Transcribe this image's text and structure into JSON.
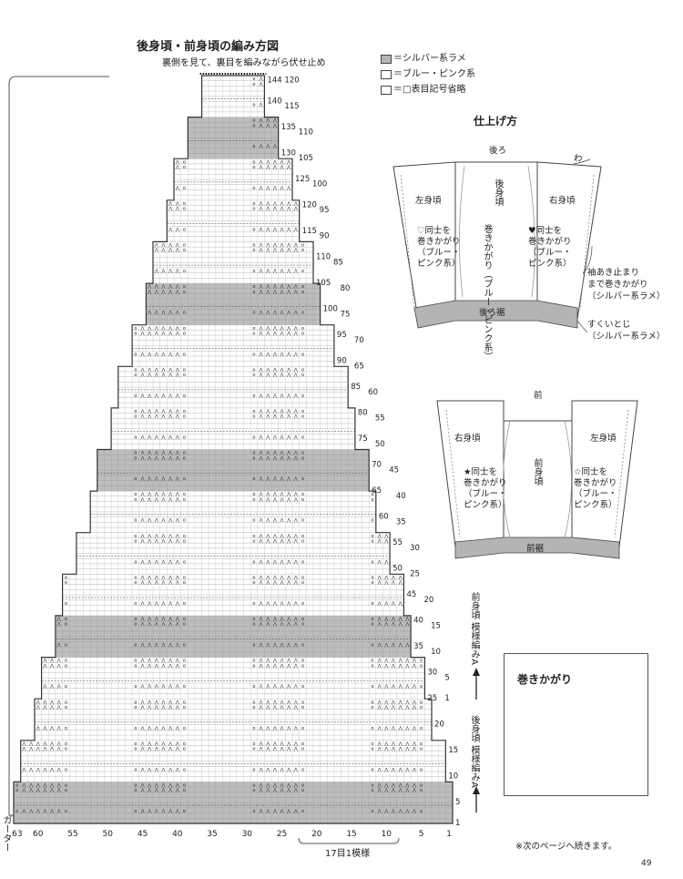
{
  "heading": {
    "title": "後身頃・前身頃の編み方図",
    "subtitle": "裏側を見て、裏目を編みながら伏せ止め"
  },
  "legend": [
    {
      "text": "＝シルバー系ラメ",
      "color": "#b4b4b4"
    },
    {
      "text": "＝ブルー・ピンク系",
      "color": "#ffffff"
    },
    {
      "text": "＝□表目記号省略",
      "color": "#ffffff"
    }
  ],
  "chart_data": {
    "type": "knitting-chart",
    "total_columns": 63,
    "total_rows": 144,
    "column_ticks": [
      "63",
      "60",
      "55",
      "50",
      "45",
      "40",
      "35",
      "30",
      "25",
      "20",
      "15",
      "10",
      "5",
      "1"
    ],
    "row_labels_left": [
      "144",
      "140",
      "135",
      "130",
      "125",
      "120",
      "115",
      "110",
      "105",
      "100",
      "95",
      "90",
      "85",
      "80",
      "75",
      "70",
      "65",
      "60",
      "55",
      "50",
      "45",
      "40",
      "35",
      "30",
      "25",
      "20",
      "15",
      "10",
      "5",
      "1"
    ],
    "row_labels_right": [
      "120",
      "115",
      "110",
      "105",
      "100",
      "95",
      "90",
      "85",
      "80",
      "75",
      "70",
      "65",
      "60",
      "55",
      "50",
      "45",
      "40",
      "35",
      "30",
      "25",
      "20",
      "15",
      "10",
      "5",
      "1"
    ],
    "silver_bands": [
      [
        1,
        8
      ],
      [
        33,
        40
      ],
      [
        65,
        72
      ],
      [
        97,
        104
      ],
      [
        129,
        136
      ]
    ],
    "repeat_label": "17目1模様",
    "garter_label": "ガーター",
    "side_label_front": "前身頃 模様編みA",
    "side_label_back": "後身頃 模様編みA"
  },
  "finishing": {
    "title": "仕上げ方",
    "back": {
      "top_label": "後ろ",
      "wa": "わ",
      "left_panel": "左身頃",
      "right_panel": "右身頃",
      "center_panel": "後身頃",
      "center_note": "巻きかがり（ブルー・ピンク系）",
      "left_note_1": "♡同士を",
      "left_note_2": "巻きかがり",
      "left_note_3": "（ブルー・",
      "left_note_4": "ピンク系）",
      "right_note_1": "♥同士を",
      "right_note_2": "巻きかがり",
      "right_note_3": "（ブルー・",
      "right_note_4": "ピンク系）",
      "hem": "後ろ裾",
      "side_note_1": "袖あき止まり",
      "side_note_2": "まで巻きかがり",
      "side_note_3": "（シルバー系ラメ）",
      "bottom_note_1": "すくいとじ",
      "bottom_note_2": "（シルバー系ラメ）"
    },
    "front": {
      "top_label": "前",
      "left_panel": "右身頃",
      "right_panel": "左身頃",
      "center_panel": "前身頃",
      "left_note_1": "★同士を",
      "left_note_2": "巻きかがり",
      "left_note_3": "（ブルー・",
      "left_note_4": "ピンク系）",
      "right_note_1": "☆同士を",
      "right_note_2": "巻きかがり",
      "right_note_3": "（ブルー・",
      "right_note_4": "ピンク系）",
      "hem": "前裾"
    }
  },
  "inset": {
    "title": "巻きかがり"
  },
  "footer": {
    "note": "※次のページへ続きます。",
    "page": "49"
  }
}
